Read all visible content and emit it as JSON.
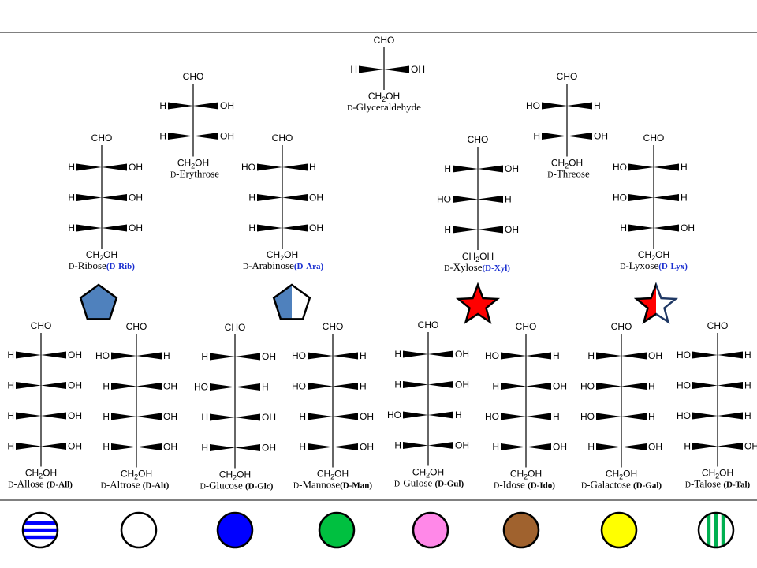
{
  "sugars": [
    {
      "id": "glyceraldehyde",
      "prefix": "D",
      "name": "-Glyceraldehyde",
      "abbr": "",
      "abbr_color": "",
      "rows": [
        "R"
      ]
    },
    {
      "id": "erythrose",
      "prefix": "D",
      "name": "-Erythrose",
      "abbr": "",
      "abbr_color": "",
      "rows": [
        "R",
        "R"
      ]
    },
    {
      "id": "threose",
      "prefix": "D",
      "name": "-Threose",
      "abbr": "",
      "abbr_color": "",
      "rows": [
        "L",
        "R"
      ]
    },
    {
      "id": "ribose",
      "prefix": "D",
      "name": "-Ribose",
      "abbr": "(D-Rib)",
      "abbr_color": "#1a2fd0",
      "rows": [
        "R",
        "R",
        "R"
      ]
    },
    {
      "id": "arabinose",
      "prefix": "D",
      "name": "-Arabinose",
      "abbr": "(D-Ara)",
      "abbr_color": "#1a2fd0",
      "rows": [
        "L",
        "R",
        "R"
      ]
    },
    {
      "id": "xylose",
      "prefix": "D",
      "name": "-Xylose",
      "abbr": "(D-Xyl)",
      "abbr_color": "#1a2fd0",
      "rows": [
        "R",
        "L",
        "R"
      ]
    },
    {
      "id": "lyxose",
      "prefix": "D",
      "name": "-Lyxose",
      "abbr": "(D-Lyx)",
      "abbr_color": "#1a2fd0",
      "rows": [
        "L",
        "L",
        "R"
      ]
    },
    {
      "id": "allose",
      "prefix": "D",
      "name": "-Allose ",
      "abbr": "(D-All)",
      "abbr_color": "#000000",
      "rows": [
        "R",
        "R",
        "R",
        "R"
      ]
    },
    {
      "id": "altrose",
      "prefix": "D",
      "name": "-Altrose ",
      "abbr": "(D-Alt)",
      "abbr_color": "#000000",
      "rows": [
        "L",
        "R",
        "R",
        "R"
      ]
    },
    {
      "id": "glucose",
      "prefix": "D",
      "name": "-Glucose ",
      "abbr": "(D-Glc)",
      "abbr_color": "#000000",
      "rows": [
        "R",
        "L",
        "R",
        "R"
      ]
    },
    {
      "id": "mannose",
      "prefix": "D",
      "name": "-Mannose",
      "abbr": "(D-Man)",
      "abbr_color": "#000000",
      "rows": [
        "L",
        "L",
        "R",
        "R"
      ]
    },
    {
      "id": "gulose",
      "prefix": "D",
      "name": "-Gulose ",
      "abbr": "(D-Gul)",
      "abbr_color": "#000000",
      "rows": [
        "R",
        "R",
        "L",
        "R"
      ]
    },
    {
      "id": "idose",
      "prefix": "D",
      "name": "-Idose ",
      "abbr": "(D-Ido)",
      "abbr_color": "#000000",
      "rows": [
        "L",
        "R",
        "L",
        "R"
      ]
    },
    {
      "id": "galactose",
      "prefix": "D",
      "name": "-Galactose ",
      "abbr": "(D-Gal)",
      "abbr_color": "#000000",
      "rows": [
        "R",
        "L",
        "L",
        "R"
      ]
    },
    {
      "id": "talose",
      "prefix": "D",
      "name": "-Talose ",
      "abbr": "(D-Tal)",
      "abbr_color": "#000000",
      "rows": [
        "L",
        "L",
        "L",
        "R"
      ]
    }
  ],
  "groups": {
    "top": "CHO",
    "bottom_prefix": "CH",
    "bottom_sub": "2",
    "bottom_suffix": "OH",
    "h": "H",
    "oh": "OH",
    "ho": "HO"
  },
  "colors": {
    "chain": "#000000",
    "ch2oh": "#e00000",
    "pentagon": "#4f81bd",
    "star": "#ff0000"
  },
  "pentose_symbols": [
    {
      "sugar": "ribose",
      "shape": "filled-pentagon"
    },
    {
      "sugar": "arabinose",
      "shape": "half-filled-pentagon"
    },
    {
      "sugar": "xylose",
      "shape": "red-star"
    },
    {
      "sugar": "lyxose",
      "shape": "half-red-star"
    }
  ],
  "hexose_symbols": [
    {
      "sugar": "allose",
      "fill": "#ffffff",
      "pattern": "horizontal-blue-stripes"
    },
    {
      "sugar": "altrose",
      "fill": "#ffffff",
      "pattern": "none"
    },
    {
      "sugar": "glucose",
      "fill": "#0000ff",
      "pattern": "none"
    },
    {
      "sugar": "mannose",
      "fill": "#00c040",
      "pattern": "none"
    },
    {
      "sugar": "gulose",
      "fill": "#ff88e8",
      "pattern": "none"
    },
    {
      "sugar": "idose",
      "fill": "#a0622e",
      "pattern": "none"
    },
    {
      "sugar": "galactose",
      "fill": "#ffff00",
      "pattern": "none"
    },
    {
      "sugar": "talose",
      "fill": "#ffffff",
      "pattern": "vertical-green-stripes"
    }
  ]
}
